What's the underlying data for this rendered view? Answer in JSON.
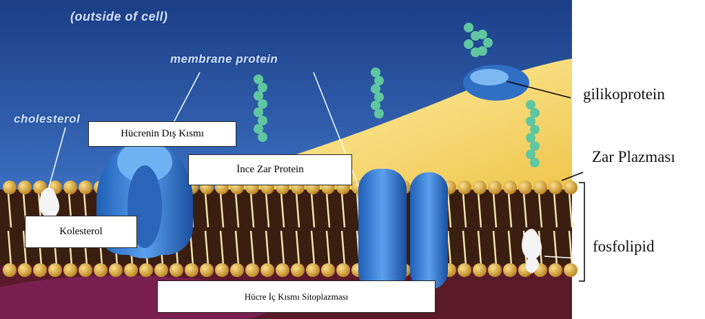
{
  "image_labels": {
    "outside": "(outside of cell)",
    "membrane_protein": "membrane protein",
    "cholesterol": "cholesterol"
  },
  "boxes": {
    "hucrenin_dis": "Hücrenin Dış Kısmı",
    "ince_zar": "İnce Zar Protein",
    "kolesterol": "Kolesterol",
    "hucre_ic": "Hücre İç Kısmı Sitoplazması"
  },
  "side_labels": {
    "gilikoprotein": "gilikoprotein",
    "zar_plazmasi": "Zar Plazması",
    "fosfolipid": "fosfolipid"
  },
  "colors": {
    "sky": "#1f4fa0",
    "membrane_gold": "#d9a53a",
    "protein_blue": "#3c7fd3",
    "glyco_green": "#5fc7a0",
    "cytoplasm": "#5a1a2a"
  }
}
